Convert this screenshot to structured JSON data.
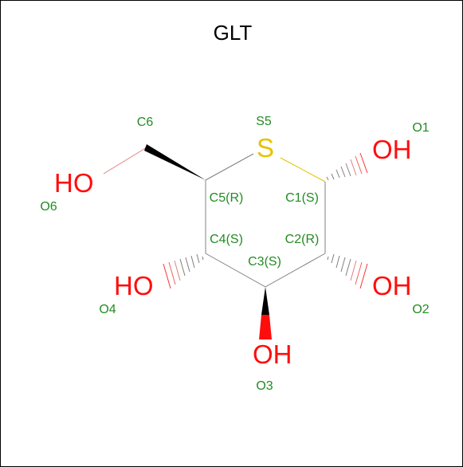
{
  "title": "GLT",
  "colors": {
    "carbon_label": "#228B22",
    "oxygen": "#ff0d0d",
    "sulfur": "#e6c200",
    "bond": "#808080",
    "wedge": "#000000"
  },
  "atoms": {
    "s5": "S5",
    "c1": "C1(S)",
    "c2": "C2(R)",
    "c3": "C3(S)",
    "c4": "C4(S)",
    "c5": "C5(R)",
    "c6": "C6",
    "o1": "O1",
    "o2": "O2",
    "o3": "O3",
    "o4": "O4",
    "o6": "O6"
  },
  "groups": {
    "sulfur_symbol": "S",
    "oh_o1": "OH",
    "oh_o2": "OH",
    "oh_o3": "OH",
    "ho_o4": "HO",
    "ho_o6": "HO"
  }
}
